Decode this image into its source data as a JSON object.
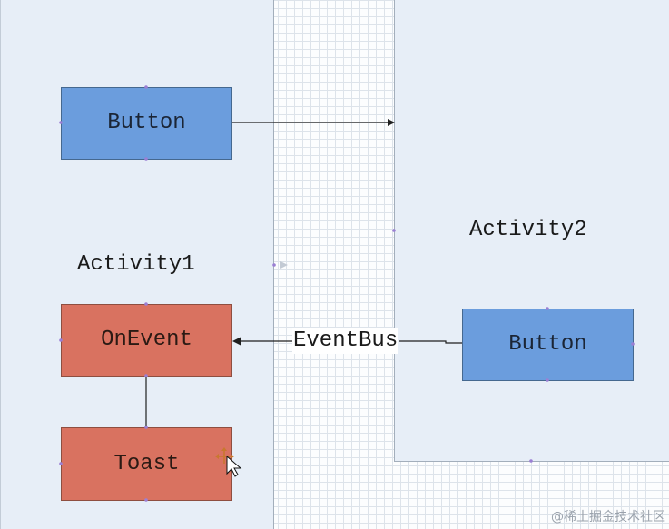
{
  "diagram": {
    "activity1": {
      "title": "Activity1",
      "button_label": "Button",
      "event_handler_label": "OnEvent",
      "toast_label": "Toast"
    },
    "activity2": {
      "title": "Activity2",
      "button_label": "Button"
    },
    "connectors": {
      "eventbus_label": "EventBus"
    }
  },
  "watermark": {
    "text": "@稀土掘金技术社区"
  },
  "colors": {
    "panel_fill": "#e7eef7",
    "button_fill": "#6b9ddd",
    "handler_fill": "#d97260",
    "connector": "#1f1f1f",
    "grid_line": "#dde3ea",
    "handle_dot": "#9b7fd4"
  },
  "icons": {
    "cursor": "move-cursor-icon",
    "marker": "expand-arrow-icon"
  }
}
